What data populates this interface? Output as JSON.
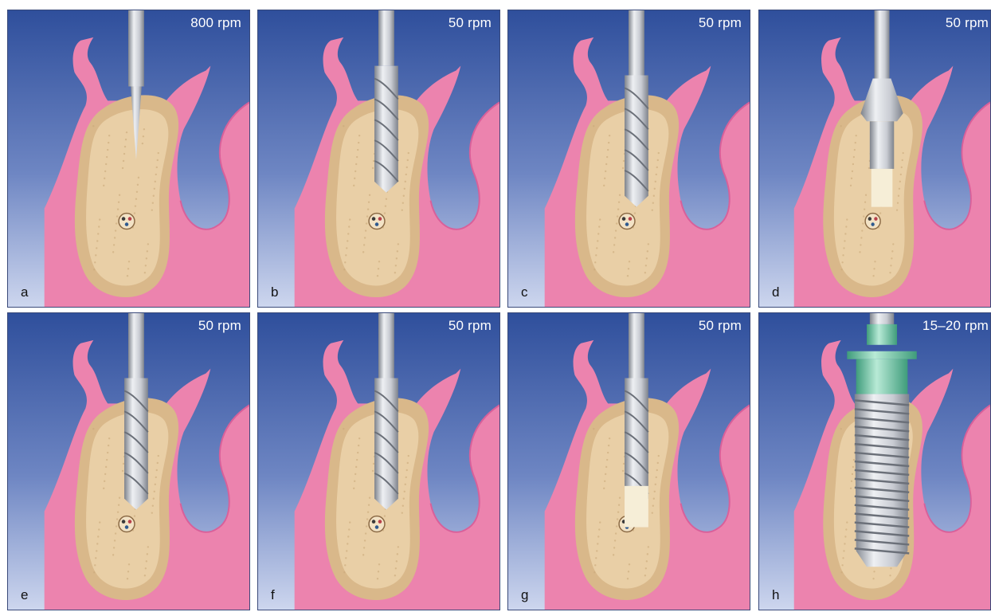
{
  "colors": {
    "sky_top": "#2f4f9c",
    "sky_bottom": "#cdd6ee",
    "gingiva": "#ec83ae",
    "gingiva_dark": "#d9609a",
    "bone_cortex": "#d9b88a",
    "bone_marrow": "#e9cfa6",
    "steel": "#c9ccd3",
    "steel_dark": "#7e838c",
    "mount_green": "#6fc9a6"
  },
  "panels": [
    {
      "letter": "a",
      "rpm": "800 rpm",
      "tool": "pilot-drill"
    },
    {
      "letter": "b",
      "rpm": "50 rpm",
      "tool": "twist-drill-short"
    },
    {
      "letter": "c",
      "rpm": "50 rpm",
      "tool": "twist-drill"
    },
    {
      "letter": "d",
      "rpm": "50 rpm",
      "tool": "countersink-drill"
    },
    {
      "letter": "e",
      "rpm": "50 rpm",
      "tool": "twist-drill"
    },
    {
      "letter": "f",
      "rpm": "50 rpm",
      "tool": "twist-drill"
    },
    {
      "letter": "g",
      "rpm": "50 rpm",
      "tool": "twist-drill-osteotomy"
    },
    {
      "letter": "h",
      "rpm": "15–20 rpm",
      "tool": "implant-insertion"
    }
  ]
}
